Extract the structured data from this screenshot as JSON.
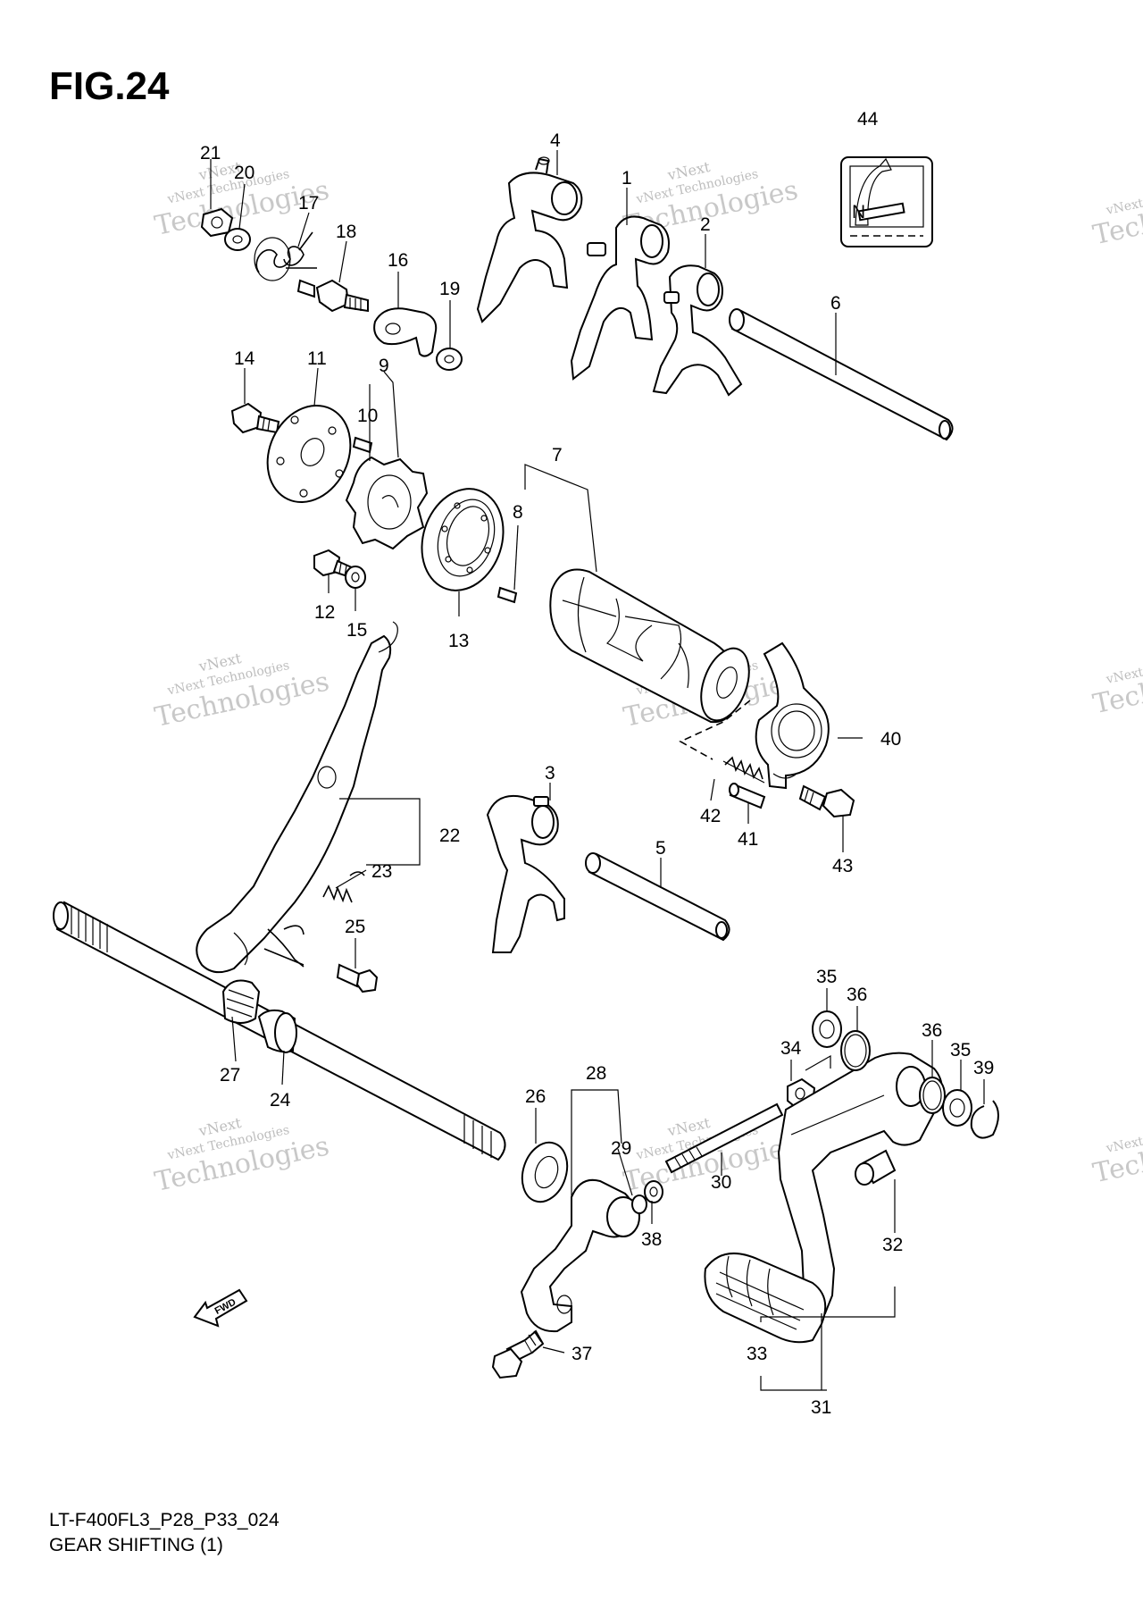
{
  "figure": {
    "title": "FIG.24",
    "footer_code": "LT-F400FL3_P28_P33_024",
    "caption": "GEAR SHIFTING (1)"
  },
  "watermark": {
    "line1": "vNext",
    "line2": "vNext Technologies",
    "line3": "Technologies"
  },
  "fwd_label": "FWD",
  "gear_indicator": {
    "neutral": "N"
  },
  "callouts": {
    "c1": "1",
    "c2": "2",
    "c3": "3",
    "c4": "4",
    "c5": "5",
    "c6": "6",
    "c7": "7",
    "c8": "8",
    "c9": "9",
    "c10": "10",
    "c11": "11",
    "c12": "12",
    "c13": "13",
    "c14": "14",
    "c15": "15",
    "c16": "16",
    "c17": "17",
    "c18": "18",
    "c19": "19",
    "c20": "20",
    "c21": "21",
    "c22": "22",
    "c23": "23",
    "c24": "24",
    "c25": "25",
    "c26": "26",
    "c27": "27",
    "c28": "28",
    "c29": "29",
    "c30": "30",
    "c31": "31",
    "c32": "32",
    "c33": "33",
    "c34": "34",
    "c35a": "35",
    "c35b": "35",
    "c36a": "36",
    "c36b": "36",
    "c37": "37",
    "c38": "38",
    "c39": "39",
    "c40": "40",
    "c41": "41",
    "c42": "42",
    "c43": "43",
    "c44": "44"
  }
}
